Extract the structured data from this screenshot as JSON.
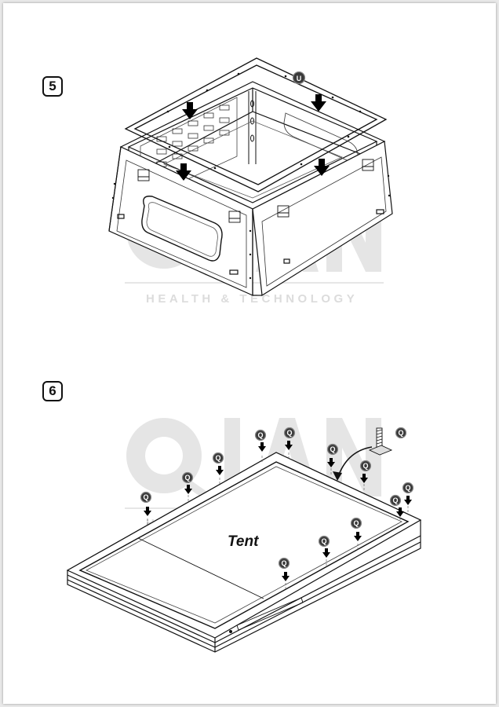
{
  "steps": [
    {
      "number": "5"
    },
    {
      "number": "6"
    }
  ],
  "watermark": {
    "logo": "QIAN",
    "tagline": "HEALTH & TECHNOLOGY"
  },
  "step6": {
    "panel_label": "Tent"
  },
  "part_codes": {
    "frame": "U",
    "screw": "Q"
  },
  "icons": [
    "down-arrow-icon",
    "curved-arrow-icon",
    "part-callout-icon",
    "bolt-icon"
  ]
}
